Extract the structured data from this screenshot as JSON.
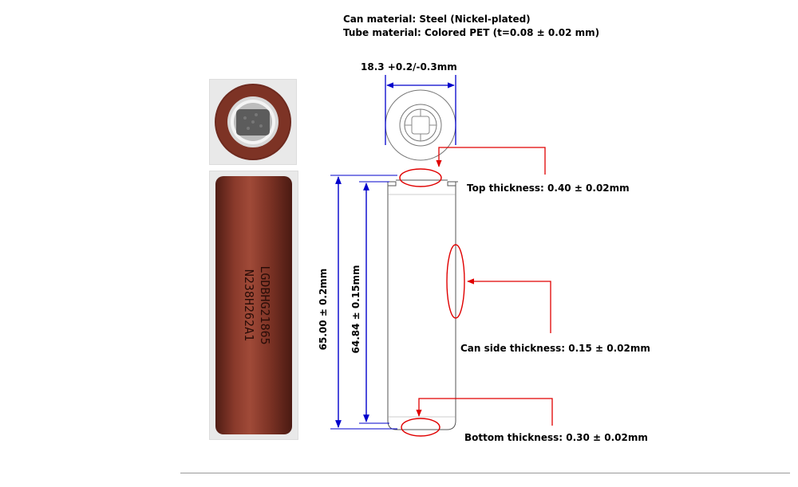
{
  "header": {
    "can_material": "Can material: Steel (Nickel-plated)",
    "tube_material": "Tube material: Colored PET (t=0.08 ± 0.02 mm)"
  },
  "photo": {
    "cell_text_line1": "LGDBHG21865",
    "cell_text_line2": "N238H262A1"
  },
  "dimensions": {
    "diameter": "18.3 +0.2/-0.3mm",
    "overall_height": "65.00 ± 0.2mm",
    "can_height": "64.84 ± 0.15mm",
    "top_thickness": "Top thickness: 0.40 ± 0.02mm",
    "side_thickness": "Can side thickness: 0.15 ± 0.02mm",
    "bottom_thickness": "Bottom thickness: 0.30 ± 0.02mm"
  },
  "colors": {
    "cell_wrap": "#7a2f22",
    "dimension_line": "#0000cc",
    "callout": "#e00000",
    "outline": "#555555"
  }
}
